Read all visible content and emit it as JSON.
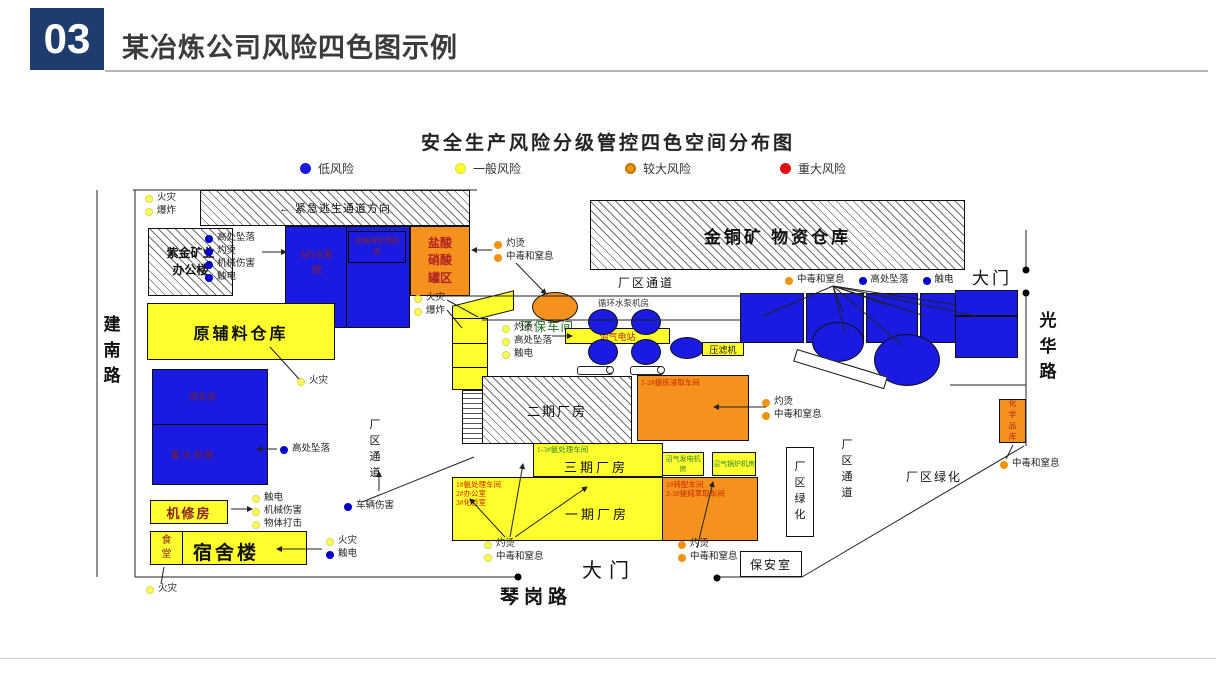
{
  "slide": {
    "number": "03",
    "title": "某冶炼公司风险四色图示例"
  },
  "map": {
    "title": "安全生产风险分级管控四色空间分布图",
    "legend": [
      {
        "label": "低风险",
        "color": "#1a1ae0"
      },
      {
        "label": "一般风险",
        "color": "#ffff2e"
      },
      {
        "label": "较大风险",
        "color": "#f0930f"
      },
      {
        "label": "重大风险",
        "color": "#dd1111"
      }
    ],
    "roads": {
      "west": "建南路",
      "east": "光华路",
      "south": "琴岗路"
    },
    "gates": {
      "east": "大门",
      "south": "大门"
    },
    "labels": {
      "escape_banner": "← 紧急逃生通道方向",
      "zijin_office": "紫金矿业办公楼",
      "mvr": "MVR系统",
      "mvr_sub": "浓缩液处理机房",
      "acid_tanks": "盐酸硝酸罐区",
      "material_warehouse": "金铜矿 物资仓库",
      "passage_top": "厂区通道",
      "env_workshop": "环保车间",
      "pump_room": "循环水泵机房",
      "biogas_station": "沼气电站",
      "filter_press": "压滤机",
      "phase2": "二期厂房",
      "phase3": "三期厂房",
      "phase3_sub": "1-3#氨处理车间",
      "phase1": "一期厂房",
      "phase1_sub1": "1#氨处理车间",
      "phase1_sub2": "2#办公室",
      "phase1_sub3": "3#化验室",
      "extract": "1-2#提炼浸取车间",
      "biogas_power": "沼气发电机房",
      "biogas_boiler": "沼气锅炉机房",
      "assembly_sub1": "1#转配车间",
      "assembly_sub2": "2-3#提纯萃取车间",
      "passage_left": "厂区通道",
      "passage_mid": "厂区通道",
      "green_belt_box": "厂区绿化",
      "green_belt_text": "厂区绿化",
      "chem_store": "化学品库",
      "security_room": "保安室",
      "raw_warehouse": "原辅料仓库",
      "parking": "停车场",
      "pond": "蓄水池塘",
      "repair_room": "机修房",
      "canteen": "食堂",
      "dormitory": "宿舍楼"
    },
    "risks": {
      "g1": [
        {
          "c": "y",
          "t": "火灾"
        },
        {
          "c": "y",
          "t": "爆炸"
        }
      ],
      "g2": [
        {
          "c": "b",
          "t": "高处坠落"
        },
        {
          "c": "b",
          "t": "灼烫"
        },
        {
          "c": "b",
          "t": "机械伤害"
        },
        {
          "c": "b",
          "t": "触电"
        }
      ],
      "g3": [
        {
          "c": "o",
          "t": "灼烫"
        },
        {
          "c": "o",
          "t": "中毒和窒息"
        }
      ],
      "g4": [
        {
          "c": "y",
          "t": "火灾"
        },
        {
          "c": "y",
          "t": "爆炸"
        }
      ],
      "g5": [
        {
          "c": "y",
          "t": "灼烫"
        },
        {
          "c": "y",
          "t": "高处坠落"
        },
        {
          "c": "y",
          "t": "触电"
        }
      ],
      "g6": [
        {
          "c": "o",
          "t": "中毒和窒息"
        },
        {
          "c": "b",
          "t": "高处坠落"
        },
        {
          "c": "b",
          "t": "触电"
        }
      ],
      "g7": [
        {
          "c": "o",
          "t": "灼烫"
        },
        {
          "c": "o",
          "t": "中毒和窒息"
        }
      ],
      "g8": [
        {
          "c": "o",
          "t": "中毒和窒息"
        }
      ],
      "g9": [
        {
          "c": "y",
          "t": "火灾"
        }
      ],
      "g10": [
        {
          "c": "b",
          "t": "高处坠落"
        }
      ],
      "g11": [
        {
          "c": "y",
          "t": "触电"
        },
        {
          "c": "y",
          "t": "机械伤害"
        },
        {
          "c": "y",
          "t": "物体打击"
        }
      ],
      "g12": [
        {
          "c": "b",
          "t": "车辆伤害"
        }
      ],
      "g13": [
        {
          "c": "y",
          "t": "火灾"
        },
        {
          "c": "b",
          "t": "触电"
        }
      ],
      "g14": [
        {
          "c": "y",
          "t": "火灾"
        }
      ],
      "g15": [
        {
          "c": "y",
          "t": "灼烫"
        },
        {
          "c": "y",
          "t": "中毒和窒息"
        }
      ],
      "g16": [
        {
          "c": "o",
          "t": "灼烫"
        },
        {
          "c": "o",
          "t": "中毒和窒息"
        }
      ]
    }
  }
}
